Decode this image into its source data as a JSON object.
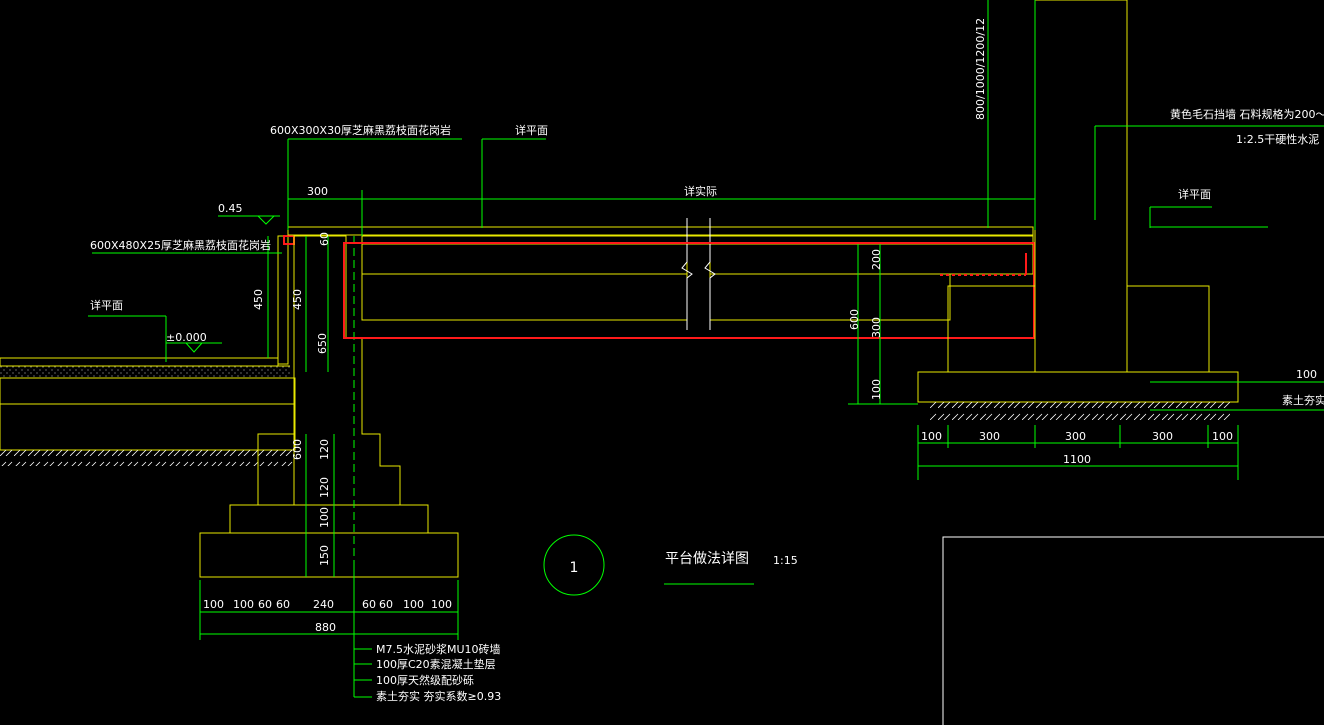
{
  "drawing": {
    "title": "平台做法详图",
    "scale": "1:15",
    "detail_number": "1"
  },
  "annotations": {
    "stone_top": "600X300X30厚芝麻黑荔枝面花岗岩",
    "stone_side": "600X480X25厚芝麻黑荔枝面花岗岩",
    "see_plan_1": "详平面",
    "see_plan_2": "详平面",
    "see_plan_3": "详平面",
    "see_actual": "详实际",
    "elevation_045": "0.45",
    "elevation_000": "±0.000",
    "wall_height": "800/1000/1200/12",
    "retaining_wall": "黄色毛石挡墙  石料规格为200～",
    "mortar": "1:2.5干硬性水泥",
    "right_100": "100",
    "right_soil": "素土夯实"
  },
  "legend_lines": [
    "M7.5水泥砂浆MU10砖墙",
    "100厚C20素混凝土垫层",
    "100厚天然级配砂砾",
    "素土夯实  夯实系数≥0.93"
  ],
  "dimensions": {
    "d300_top": "300",
    "d60_a": "60",
    "d450_a": "450",
    "d450_b": "450",
    "d650": "650",
    "d600_left": "600",
    "d120_a": "120",
    "d120_b": "120",
    "d100_left": "100",
    "d150": "150",
    "d200": "200",
    "d300_r": "300",
    "d600_r": "600",
    "d100_r": "100",
    "bottom_left": [
      "100",
      "100",
      "60",
      "60",
      "240",
      "60",
      "60",
      "100",
      "100"
    ],
    "bottom_left_total": "880",
    "bottom_right": [
      "100",
      "300",
      "300",
      "300",
      "100"
    ],
    "bottom_right_total": "1100"
  },
  "colors": {
    "background": "#000000",
    "dimension": "#00ff00",
    "outline": "#e8e800",
    "text": "#ffffff",
    "highlight": "#ff1a1a"
  }
}
